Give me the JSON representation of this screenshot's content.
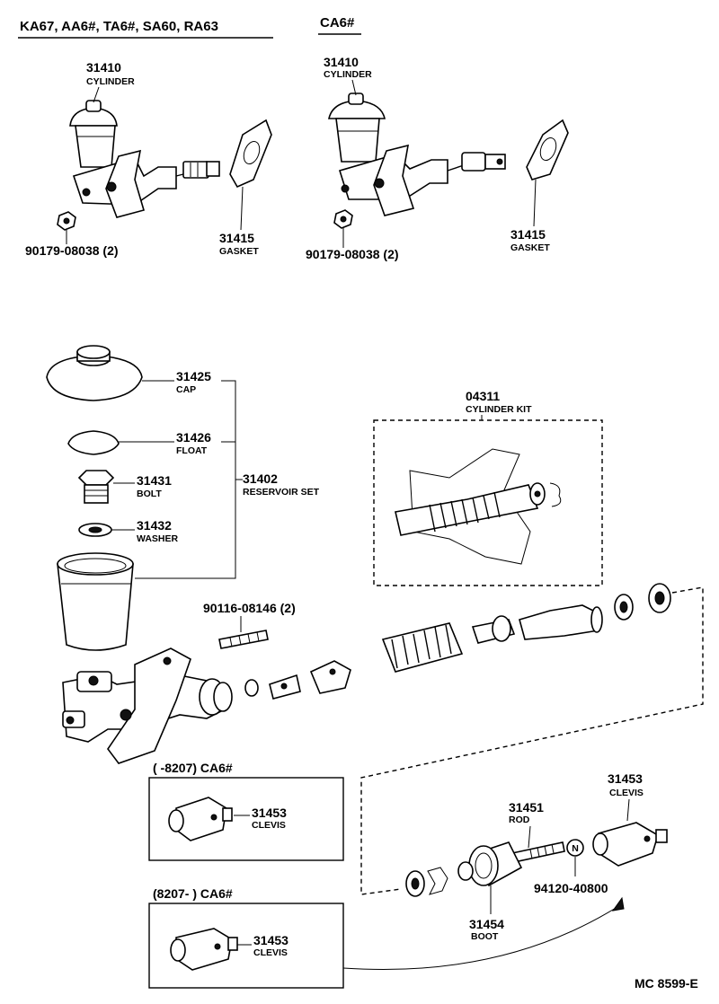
{
  "header": {
    "models_left": "KA67, AA6#, TA6#, SA60, RA63",
    "models_right": "CA6#"
  },
  "top_left": {
    "cylinder_no": "31410",
    "cylinder_name": "CYLINDER",
    "nut_no": "90179-08038 (2)",
    "gasket_no": "31415",
    "gasket_name": "GASKET"
  },
  "top_right": {
    "cylinder_no": "31410",
    "cylinder_name": "CYLINDER",
    "nut_no": "90179-08038 (2)",
    "gasket_no": "31415",
    "gasket_name": "GASKET"
  },
  "reservoir": {
    "cap_no": "31425",
    "cap_name": "CAP",
    "float_no": "31426",
    "float_name": "FLOAT",
    "bolt_no": "31431",
    "bolt_name": "BOLT",
    "washer_no": "31432",
    "washer_name": "WASHER",
    "set_no": "31402",
    "set_name": "RESERVOIR SET"
  },
  "kit": {
    "no": "04311",
    "name": "CYLINDER KIT"
  },
  "stud": {
    "no": "90116-08146 (2)"
  },
  "clevis_box1": {
    "range": "(      -8207) CA6#",
    "no": "31453",
    "name": "CLEVIS"
  },
  "clevis_box2": {
    "range": "(8207-        ) CA6#",
    "no": "31453",
    "name": "CLEVIS"
  },
  "rod_assy": {
    "clevis_no": "31453",
    "clevis_name": "CLEVIS",
    "rod_no": "31451",
    "rod_name": "ROD",
    "nut_symbol": "N",
    "nut_no": "94120-40800",
    "boot_no": "31454",
    "boot_name": "BOOT"
  },
  "footer": {
    "code": "MC  8599-E"
  }
}
